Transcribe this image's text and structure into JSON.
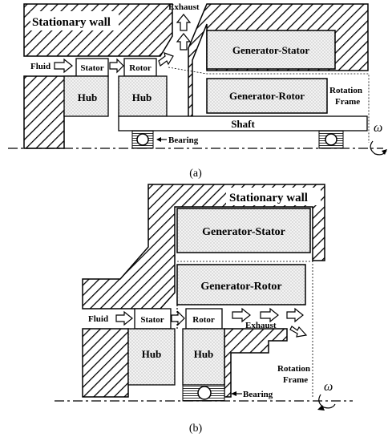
{
  "diagram_a": {
    "stationary_wall": "Stationary wall",
    "exhaust": "Exhaust",
    "fluid": "Fluid",
    "stator": "Stator",
    "rotor": "Rotor",
    "generator_stator": "Generator-Stator",
    "generator_rotor": "Generator-Rotor",
    "hub_left": "Hub",
    "hub_right": "Hub",
    "shaft": "Shaft",
    "bearing": "Bearing",
    "rotation_frame_line1": "Rotation",
    "rotation_frame_line2": "Frame",
    "omega": "ω",
    "caption": "(a)"
  },
  "diagram_b": {
    "stationary_wall": "Stationary wall",
    "generator_stator": "Generator-Stator",
    "generator_rotor": "Generator-Rotor",
    "fluid": "Fluid",
    "stator": "Stator",
    "rotor": "Rotor",
    "exhaust": "Exhaust",
    "hub_left": "Hub",
    "hub_right": "Hub",
    "rotation_frame_line1": "Rotation",
    "rotation_frame_line2": "Frame",
    "bearing": "Bearing",
    "omega": "ω",
    "caption": "(b)"
  }
}
